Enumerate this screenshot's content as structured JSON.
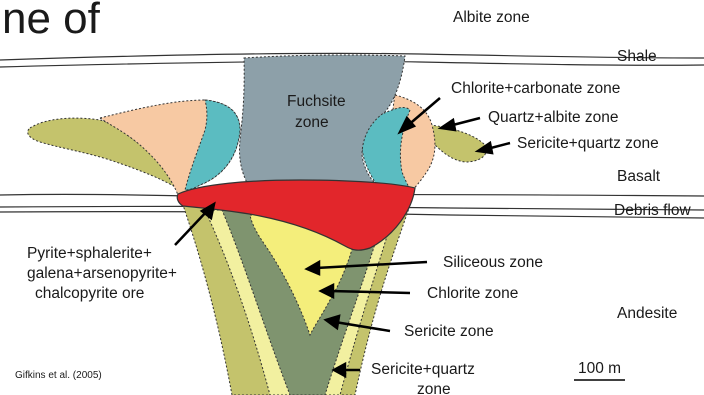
{
  "title_fragment": "ne of",
  "labels": {
    "albite_zone": "Albite zone",
    "shale": "Shale",
    "fuchsite_line1": "Fuchsite",
    "fuchsite_line2": "zone",
    "chlorite_carbonate": "Chlorite+carbonate zone",
    "quartz_albite": "Quartz+albite zone",
    "sericite_quartz_upper": "Sericite+quartz zone",
    "basalt": "Basalt",
    "debris_flow": "Debris flow",
    "ore_line1": "Pyrite+sphalerite+",
    "ore_line2": "galena+arsenopyrite+",
    "ore_line3": "chalcopyrite ore",
    "siliceous": "Siliceous zone",
    "chlorite": "Chlorite zone",
    "andesite": "Andesite",
    "sericite": "Sericite zone",
    "sericite_quartz_lower_line1": "Sericite+quartz",
    "sericite_quartz_lower_line2": "zone",
    "scale": "100 m",
    "citation": "Gifkins et al. (2005)"
  },
  "colors": {
    "fuchsite": "#8da0a9",
    "chlorite_carbonate": "#5bbcc1",
    "quartz_albite": "#f7c9a3",
    "sericite_quartz": "#c4c36c",
    "ore": "#e2262b",
    "siliceous": "#f4ee7b",
    "chlorite": "#7f946f",
    "sericite": "#f2f0a0"
  }
}
